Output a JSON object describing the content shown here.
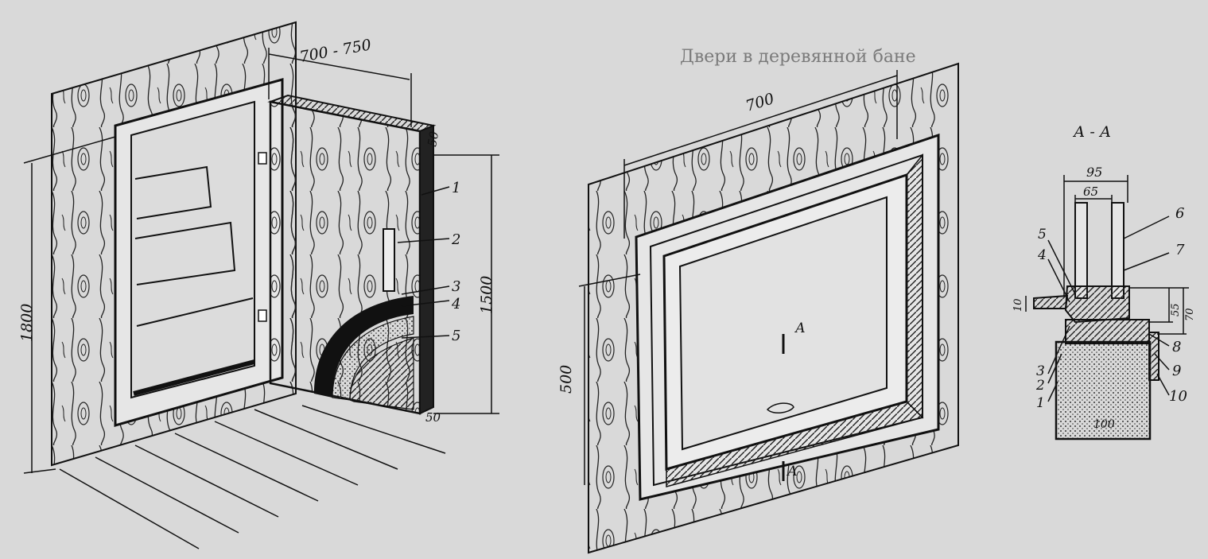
{
  "figure": {
    "background_text": {
      "heading": "Двери в деревянной бане"
    },
    "door": {
      "dim_width": "700 - 750",
      "dim_thickness": "50",
      "dim_height_outer": "1800",
      "dim_height_door": "1500",
      "dim_bottom": "50",
      "callouts": [
        "1",
        "2",
        "3",
        "4",
        "5"
      ]
    },
    "window": {
      "dim_width": "700",
      "dim_height": "500",
      "section_marker": "А",
      "section_title": "А - А"
    },
    "section": {
      "dim_95": "95",
      "dim_65": "65",
      "dim_10": "10",
      "dim_55": "55",
      "dim_70": "70",
      "dim_100": "100",
      "callouts_right": [
        "6",
        "7",
        "8",
        "9",
        "10"
      ],
      "callouts_left": [
        "5",
        "4",
        "3",
        "2",
        "1"
      ]
    },
    "colors": {
      "ink": "#111111",
      "paper": "#d9d9d9",
      "page_text": "#7a7a7a"
    }
  }
}
